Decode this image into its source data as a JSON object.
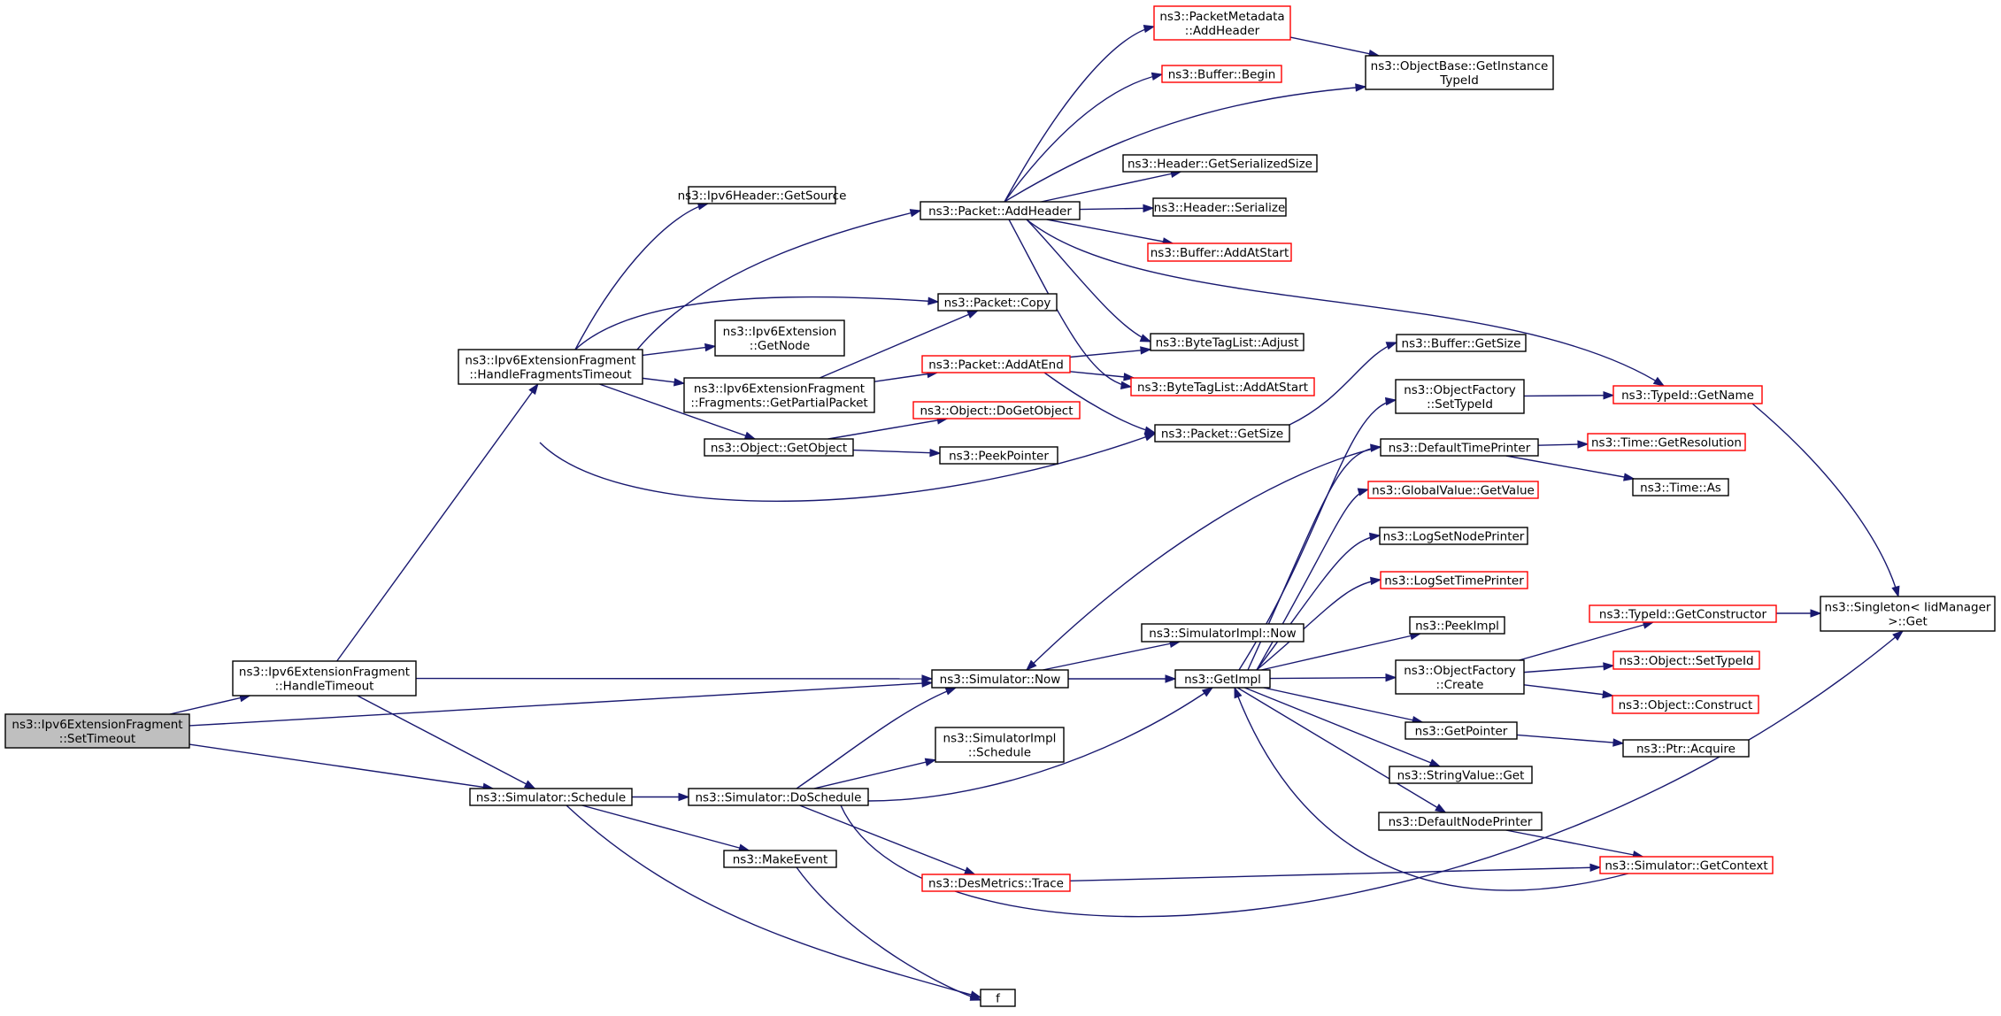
{
  "nodes": [
    {
      "id": "settimeout",
      "lines": [
        "ns3::Ipv6ExtensionFragment",
        "::SetTimeout"
      ],
      "style": "root"
    },
    {
      "id": "handletimeout",
      "lines": [
        "ns3::Ipv6ExtensionFragment",
        "::HandleTimeout"
      ],
      "style": "normal"
    },
    {
      "id": "handlefragtimeout",
      "lines": [
        "ns3::Ipv6ExtensionFragment",
        "::HandleFragmentsTimeout"
      ],
      "style": "normal"
    },
    {
      "id": "sim_schedule",
      "lines": [
        "ns3::Simulator::Schedule"
      ],
      "style": "normal"
    },
    {
      "id": "getsource",
      "lines": [
        "ns3::Ipv6Header::GetSource"
      ],
      "style": "normal"
    },
    {
      "id": "addheader",
      "lines": [
        "ns3::Packet::AddHeader"
      ],
      "style": "normal"
    },
    {
      "id": "pkt_copy",
      "lines": [
        "ns3::Packet::Copy"
      ],
      "style": "normal"
    },
    {
      "id": "ext_getnode",
      "lines": [
        "ns3::Ipv6Extension",
        "::GetNode"
      ],
      "style": "normal"
    },
    {
      "id": "getpartial",
      "lines": [
        "ns3::Ipv6ExtensionFragment",
        "::Fragments::GetPartialPacket"
      ],
      "style": "normal"
    },
    {
      "id": "getobject",
      "lines": [
        "ns3::Object::GetObject"
      ],
      "style": "normal"
    },
    {
      "id": "sim_now",
      "lines": [
        "ns3::Simulator::Now"
      ],
      "style": "normal"
    },
    {
      "id": "doschedule",
      "lines": [
        "ns3::Simulator::DoSchedule"
      ],
      "style": "normal"
    },
    {
      "id": "makeevent",
      "lines": [
        "ns3::MakeEvent"
      ],
      "style": "normal"
    },
    {
      "id": "f",
      "lines": [
        "f"
      ],
      "style": "normal"
    },
    {
      "id": "pm_addheader",
      "lines": [
        "ns3::PacketMetadata",
        "::AddHeader"
      ],
      "style": "red"
    },
    {
      "id": "buf_begin",
      "lines": [
        "ns3::Buffer::Begin"
      ],
      "style": "red"
    },
    {
      "id": "getinstancetypeid",
      "lines": [
        "ns3::ObjectBase::GetInstance",
        "TypeId"
      ],
      "style": "normal"
    },
    {
      "id": "hdr_getsersize",
      "lines": [
        "ns3::Header::GetSerializedSize"
      ],
      "style": "normal"
    },
    {
      "id": "hdr_serialize",
      "lines": [
        "ns3::Header::Serialize"
      ],
      "style": "normal"
    },
    {
      "id": "buf_addatstart",
      "lines": [
        "ns3::Buffer::AddAtStart"
      ],
      "style": "red"
    },
    {
      "id": "pkt_addatend",
      "lines": [
        "ns3::Packet::AddAtEnd"
      ],
      "style": "red"
    },
    {
      "id": "btl_adjust",
      "lines": [
        "ns3::ByteTagList::Adjust"
      ],
      "style": "normal"
    },
    {
      "id": "btl_addatstart",
      "lines": [
        "ns3::ByteTagList::AddAtStart"
      ],
      "style": "red"
    },
    {
      "id": "buf_getsize",
      "lines": [
        "ns3::Buffer::GetSize"
      ],
      "style": "normal"
    },
    {
      "id": "pkt_getsize",
      "lines": [
        "ns3::Packet::GetSize"
      ],
      "style": "normal"
    },
    {
      "id": "obj_dogetobject",
      "lines": [
        "ns3::Object::DoGetObject"
      ],
      "style": "red"
    },
    {
      "id": "peekpointer",
      "lines": [
        "ns3::PeekPointer"
      ],
      "style": "normal"
    },
    {
      "id": "simimpl_now",
      "lines": [
        "ns3::SimulatorImpl::Now"
      ],
      "style": "normal"
    },
    {
      "id": "getimpl",
      "lines": [
        "ns3::GetImpl"
      ],
      "style": "normal"
    },
    {
      "id": "simimpl_schedule",
      "lines": [
        "ns3::SimulatorImpl",
        "::Schedule"
      ],
      "style": "normal"
    },
    {
      "id": "desmetrics_trace",
      "lines": [
        "ns3::DesMetrics::Trace"
      ],
      "style": "red"
    },
    {
      "id": "of_settypeid",
      "lines": [
        "ns3::ObjectFactory",
        "::SetTypeId"
      ],
      "style": "normal"
    },
    {
      "id": "typeid_getname",
      "lines": [
        "ns3::TypeId::GetName"
      ],
      "style": "red"
    },
    {
      "id": "defaulttimeprinter",
      "lines": [
        "ns3::DefaultTimePrinter"
      ],
      "style": "normal"
    },
    {
      "id": "time_getres",
      "lines": [
        "ns3::Time::GetResolution"
      ],
      "style": "red"
    },
    {
      "id": "time_as",
      "lines": [
        "ns3::Time::As"
      ],
      "style": "normal"
    },
    {
      "id": "gv_getvalue",
      "lines": [
        "ns3::GlobalValue::GetValue"
      ],
      "style": "red"
    },
    {
      "id": "logsetnodeprinter",
      "lines": [
        "ns3::LogSetNodePrinter"
      ],
      "style": "normal"
    },
    {
      "id": "logsettimeprinter",
      "lines": [
        "ns3::LogSetTimePrinter"
      ],
      "style": "red"
    },
    {
      "id": "peekimpl",
      "lines": [
        "ns3::PeekImpl"
      ],
      "style": "normal"
    },
    {
      "id": "of_create",
      "lines": [
        "ns3::ObjectFactory",
        "::Create"
      ],
      "style": "normal"
    },
    {
      "id": "getpointer",
      "lines": [
        "ns3::GetPointer"
      ],
      "style": "normal"
    },
    {
      "id": "sv_get",
      "lines": [
        "ns3::StringValue::Get"
      ],
      "style": "normal"
    },
    {
      "id": "defaultnodeprinter",
      "lines": [
        "ns3::DefaultNodePrinter"
      ],
      "style": "normal"
    },
    {
      "id": "sim_getcontext",
      "lines": [
        "ns3::Simulator::GetContext"
      ],
      "style": "red"
    },
    {
      "id": "typeid_getconstructor",
      "lines": [
        "ns3::TypeId::GetConstructor"
      ],
      "style": "red"
    },
    {
      "id": "obj_settypeid",
      "lines": [
        "ns3::Object::SetTypeId"
      ],
      "style": "red"
    },
    {
      "id": "obj_construct",
      "lines": [
        "ns3::Object::Construct"
      ],
      "style": "red"
    },
    {
      "id": "ptr_acquire",
      "lines": [
        "ns3::Ptr::Acquire"
      ],
      "style": "normal"
    },
    {
      "id": "singleton_get",
      "lines": [
        "ns3::Singleton< IidManager",
        " >::Get"
      ],
      "style": "normal"
    }
  ],
  "edges": [
    [
      "settimeout",
      "handletimeout"
    ],
    [
      "settimeout",
      "sim_now"
    ],
    [
      "settimeout",
      "sim_schedule"
    ],
    [
      "handletimeout",
      "handlefragtimeout"
    ],
    [
      "handletimeout",
      "sim_now"
    ],
    [
      "handletimeout",
      "sim_schedule"
    ],
    [
      "handlefragtimeout",
      "getsource"
    ],
    [
      "handlefragtimeout",
      "addheader"
    ],
    [
      "handlefragtimeout",
      "pkt_copy"
    ],
    [
      "handlefragtimeout",
      "ext_getnode"
    ],
    [
      "handlefragtimeout",
      "getpartial"
    ],
    [
      "handlefragtimeout",
      "getobject"
    ],
    [
      "handlefragtimeout",
      "pkt_getsize"
    ],
    [
      "addheader",
      "pm_addheader"
    ],
    [
      "addheader",
      "buf_begin"
    ],
    [
      "addheader",
      "getinstancetypeid"
    ],
    [
      "addheader",
      "hdr_getsersize"
    ],
    [
      "addheader",
      "hdr_serialize"
    ],
    [
      "addheader",
      "buf_addatstart"
    ],
    [
      "addheader",
      "typeid_getname"
    ],
    [
      "addheader",
      "btl_adjust"
    ],
    [
      "addheader",
      "btl_addatstart"
    ],
    [
      "pm_addheader",
      "getinstancetypeid"
    ],
    [
      "getpartial",
      "pkt_copy"
    ],
    [
      "getpartial",
      "pkt_addatend"
    ],
    [
      "pkt_addatend",
      "btl_adjust"
    ],
    [
      "pkt_addatend",
      "btl_addatstart"
    ],
    [
      "pkt_addatend",
      "pkt_getsize"
    ],
    [
      "pkt_getsize",
      "buf_getsize"
    ],
    [
      "getobject",
      "obj_dogetobject"
    ],
    [
      "getobject",
      "peekpointer"
    ],
    [
      "sim_now",
      "simimpl_now"
    ],
    [
      "sim_now",
      "getimpl"
    ],
    [
      "defaulttimeprinter",
      "sim_now"
    ],
    [
      "defaulttimeprinter",
      "time_getres"
    ],
    [
      "defaulttimeprinter",
      "time_as"
    ],
    [
      "sim_schedule",
      "doschedule"
    ],
    [
      "sim_schedule",
      "makeevent"
    ],
    [
      "sim_schedule",
      "f"
    ],
    [
      "makeevent",
      "f"
    ],
    [
      "doschedule",
      "sim_now"
    ],
    [
      "doschedule",
      "simimpl_schedule"
    ],
    [
      "doschedule",
      "getimpl"
    ],
    [
      "doschedule",
      "desmetrics_trace"
    ],
    [
      "doschedule",
      "singleton_get"
    ],
    [
      "desmetrics_trace",
      "sim_getcontext"
    ],
    [
      "getimpl",
      "of_settypeid"
    ],
    [
      "getimpl",
      "defaulttimeprinter"
    ],
    [
      "getimpl",
      "gv_getvalue"
    ],
    [
      "getimpl",
      "logsetnodeprinter"
    ],
    [
      "getimpl",
      "logsettimeprinter"
    ],
    [
      "getimpl",
      "peekimpl"
    ],
    [
      "getimpl",
      "of_create"
    ],
    [
      "getimpl",
      "getpointer"
    ],
    [
      "getimpl",
      "sv_get"
    ],
    [
      "getimpl",
      "defaultnodeprinter"
    ],
    [
      "sim_getcontext",
      "getimpl"
    ],
    [
      "defaultnodeprinter",
      "sim_getcontext"
    ],
    [
      "of_settypeid",
      "typeid_getname"
    ],
    [
      "typeid_getname",
      "singleton_get"
    ],
    [
      "of_create",
      "typeid_getconstructor"
    ],
    [
      "of_create",
      "obj_settypeid"
    ],
    [
      "of_create",
      "obj_construct"
    ],
    [
      "typeid_getconstructor",
      "singleton_get"
    ],
    [
      "getpointer",
      "ptr_acquire"
    ]
  ],
  "colors": {
    "edge": "#191970",
    "red_border": "#ff0000",
    "root_fill": "#bfbfbf"
  }
}
